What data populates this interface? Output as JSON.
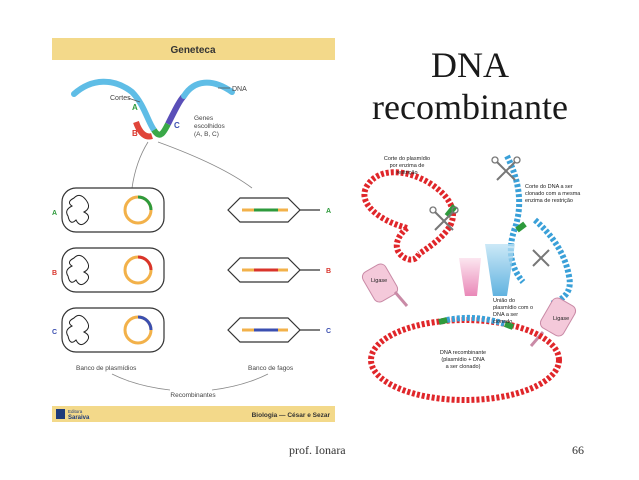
{
  "slide": {
    "title_line1": "DNA",
    "title_line2": "recombinante",
    "author": "prof. Ionara",
    "page_number": "66"
  },
  "left_figure": {
    "header": "Geneteca",
    "label_dna": "DNA",
    "label_cortes": "Cortes",
    "label_genes": [
      "Genes",
      "escolhidos",
      "(A, B, C)"
    ],
    "label_a": "A",
    "label_b": "B",
    "label_c": "C",
    "row_labels": [
      "A",
      "B",
      "C"
    ],
    "banco_plasmidios": "Banco de plasmídios",
    "banco_fagos": "Banco de fagos",
    "recombinantes": "Recombinantes",
    "publisher_line1": "Editora",
    "publisher_line2": "Saraiva",
    "credit": "Biologia — César e Sezar"
  },
  "right_figure": {
    "corte_plasmidio": [
      "Corte do plasmídio",
      "por enzima de",
      "restrição"
    ],
    "corte_dna": [
      "Corte do DNA a ser",
      "clonado com a mesma",
      "enzima de restrição"
    ],
    "uniao": [
      "União do",
      "plasmídio com o",
      "DNA a ser",
      "clonado"
    ],
    "ligase_left": "Ligase",
    "ligase_right": "Ligase",
    "dna_recombinante": [
      "DNA recombinante",
      "(plasmídio + DNA",
      "a ser clonado)"
    ]
  },
  "colors": {
    "header_bar": "#f3d98a",
    "gene_a": "#3aa848",
    "gene_b": "#e0453a",
    "gene_c": "#5a4fb8",
    "row_a": "#2e9a3c",
    "row_b": "#d9342b",
    "row_c": "#3b4fb0",
    "dna_red": "#e0262a",
    "dna_blue": "#3aa0d8",
    "dna_green": "#2e9a3c"
  }
}
